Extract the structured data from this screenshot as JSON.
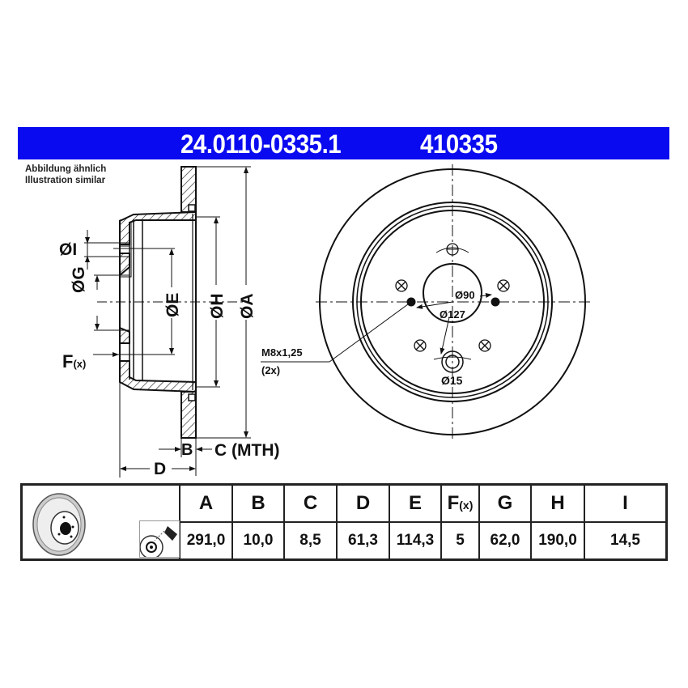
{
  "header": {
    "part_number": "24.0110-0335.1",
    "short_number": "410335",
    "banner_color": "#0a0af0"
  },
  "note": {
    "line1": "Abbildung ähnlich",
    "line2": "Illustration similar"
  },
  "side_view": {
    "labels": {
      "I": "ØI",
      "G": "ØG",
      "E": "ØE",
      "H": "ØH",
      "A": "ØA",
      "F": "F",
      "F_suffix": "(x)",
      "B": "B",
      "C": "C (MTH)",
      "D": "D"
    }
  },
  "front_view": {
    "labels": {
      "d90": "Ø90",
      "d127": "Ø127",
      "d15": "Ø15",
      "thread": "M8x1,25",
      "thread_count": "(2x)"
    }
  },
  "table": {
    "icons": [
      "brake-disc-thumbnail",
      "spray-cleaning-icon"
    ],
    "columns": [
      {
        "key": "A",
        "label": "A",
        "value": "291,0"
      },
      {
        "key": "B",
        "label": "B",
        "value": "10,0"
      },
      {
        "key": "C",
        "label": "C",
        "value": "8,5"
      },
      {
        "key": "D",
        "label": "D",
        "value": "61,3"
      },
      {
        "key": "E",
        "label": "E",
        "value": "114,3"
      },
      {
        "key": "F",
        "label": "F",
        "label_suffix": "(x)",
        "value": "5"
      },
      {
        "key": "G",
        "label": "G",
        "value": "62,0"
      },
      {
        "key": "H",
        "label": "H",
        "value": "190,0"
      },
      {
        "key": "I",
        "label": "I",
        "value": "14,5"
      }
    ]
  }
}
